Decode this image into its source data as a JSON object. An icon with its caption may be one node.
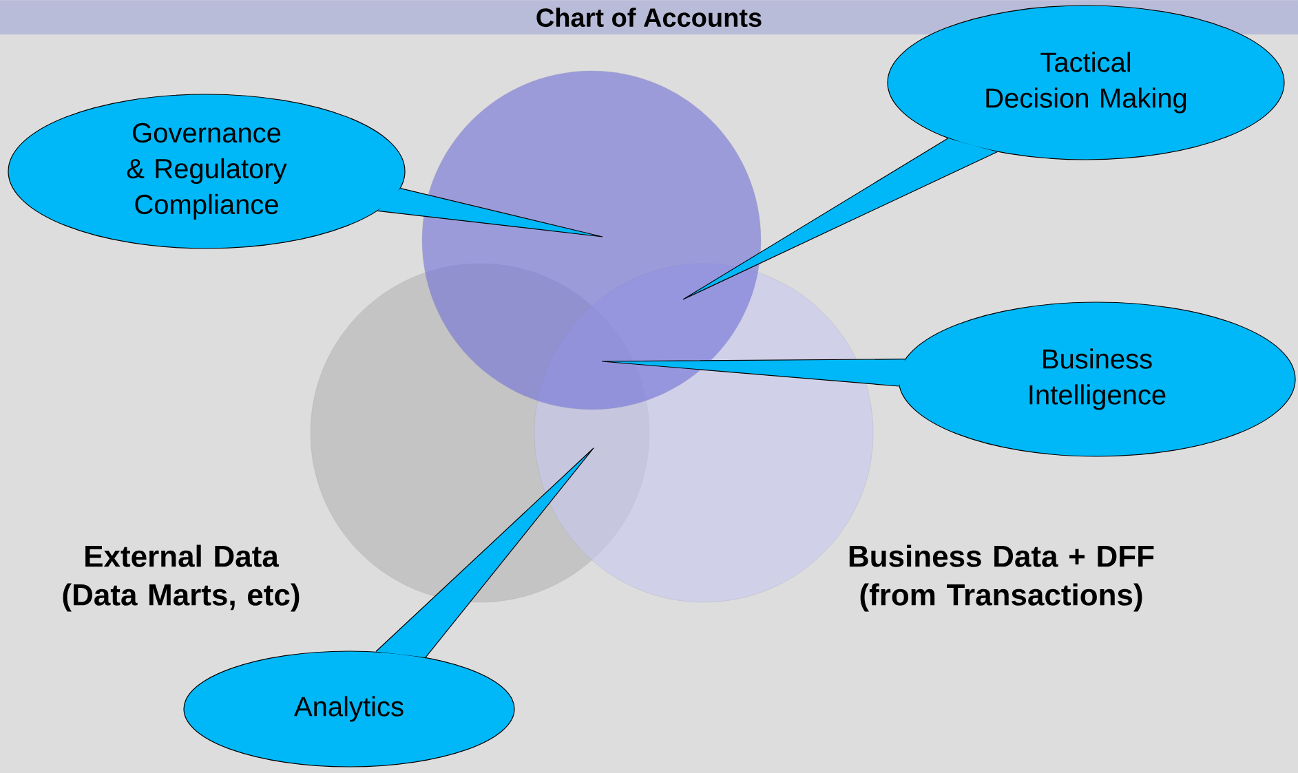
{
  "diagram": {
    "title": "Chart of Accounts",
    "nodes": [
      {
        "text": [
          "Governance & Regulatory Compliance"
        ]
      },
      {
        "text": [
          "Tactical Decision Making"
        ]
      },
      {
        "text": [
          "Business Intelligence"
        ]
      },
      {
        "text": [
          "Analytics"
        ]
      },
      {
        "text": [],
        "shape": "circle"
      },
      {
        "text": [],
        "shape": "circle",
        "beside": [
          "External Data (Data Marts, etc)"
        ]
      },
      {
        "text": [],
        "shape": "circle",
        "beside": [
          "Business Data + DFF (from Transactions)"
        ]
      }
    ]
  }
}
